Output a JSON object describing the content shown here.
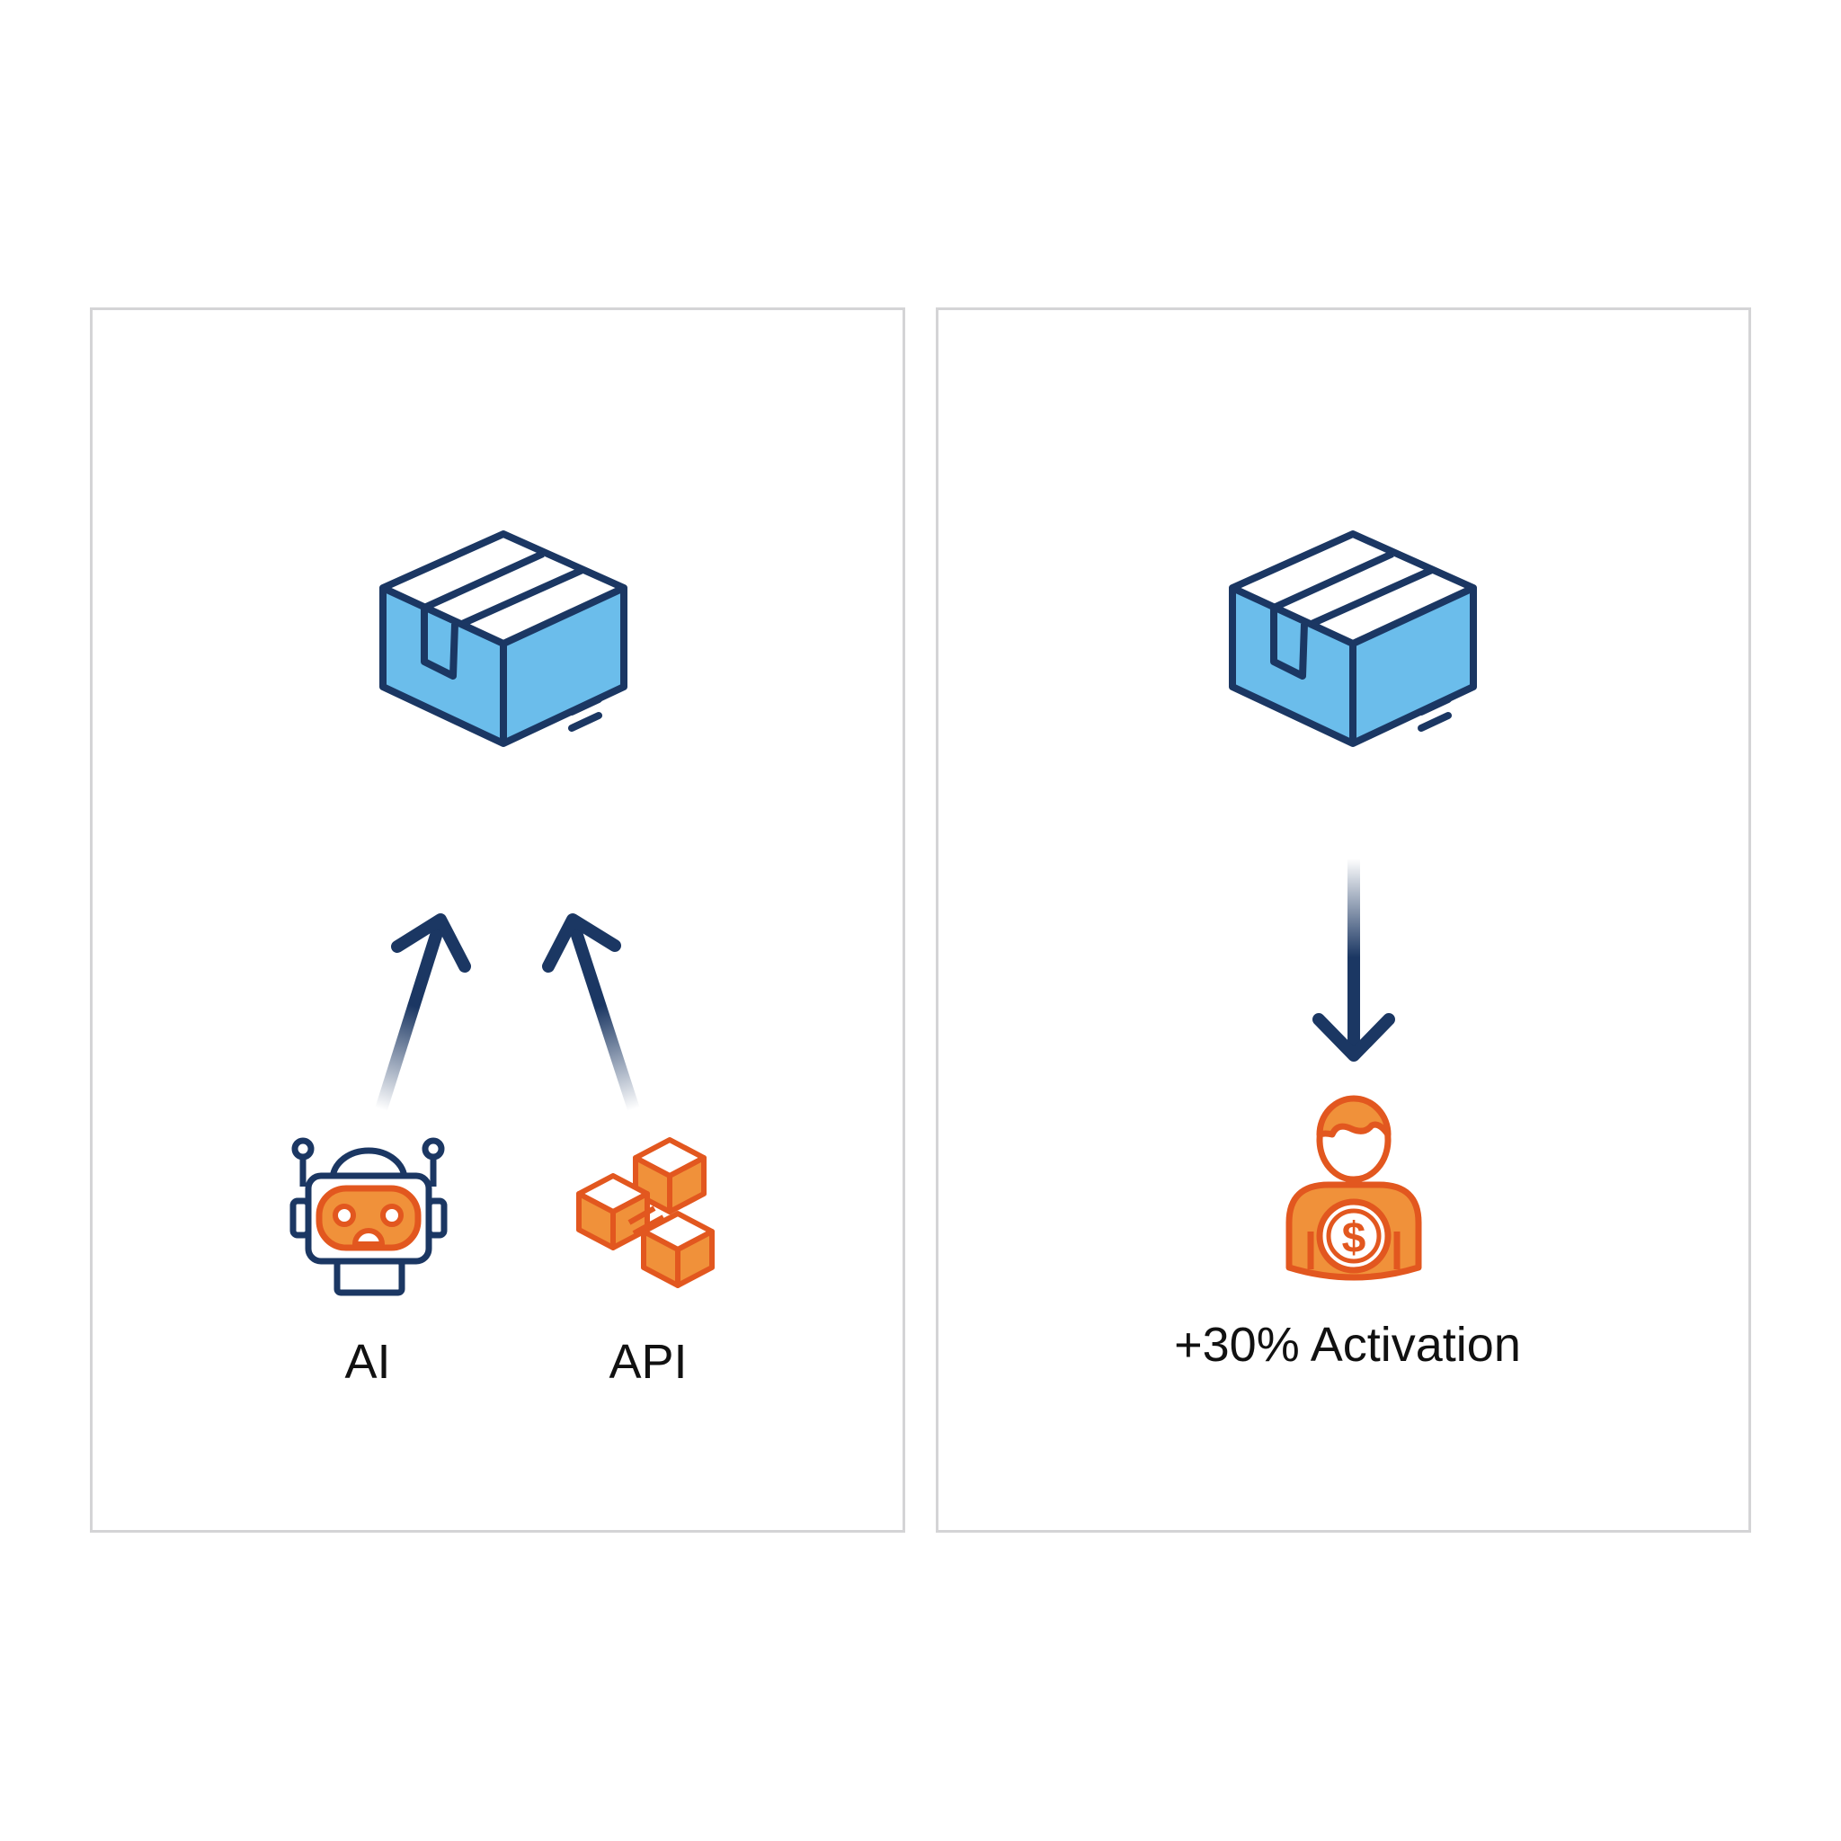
{
  "left_panel": {
    "labels": {
      "ai": "AI",
      "api": "API"
    }
  },
  "right_panel": {
    "metric": "+30% Activation"
  },
  "colors": {
    "box_fill": "#6bbdeb",
    "navy": "#1b3763",
    "orange": "#f0913a",
    "orange_dark": "#e2571f",
    "panel_border": "#d4d4d6"
  }
}
